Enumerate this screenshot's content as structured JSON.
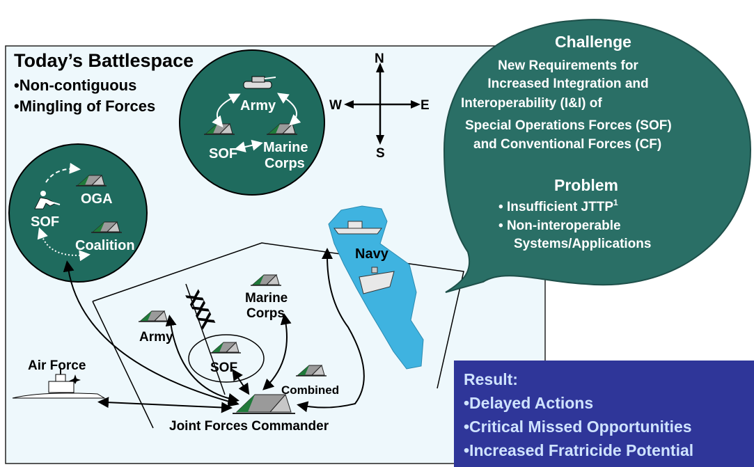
{
  "battlespace": {
    "title": "Today’s Battlespace",
    "bullets": [
      "•Non-contiguous",
      "•Mingling of Forces"
    ]
  },
  "compass": {
    "north": "N",
    "south": "S",
    "east": "E",
    "west": "W"
  },
  "service_circle": {
    "army": "Army",
    "sof": "SOF",
    "marine_line1": "Marine",
    "marine_line2": "Corps"
  },
  "oga_circle": {
    "oga": "OGA",
    "sof": "SOF",
    "coalition": "Coalition"
  },
  "theater": {
    "army": "Army",
    "marine_line1": "Marine",
    "marine_line2": "Corps",
    "sof": "SOF",
    "combined": "Combined",
    "corps_symbol": "XXX",
    "air_force": "Air Force",
    "navy": "Navy",
    "commander": "Joint Forces Commander"
  },
  "challenge_bubble": {
    "heading": "Challenge",
    "lines": [
      "New Requirements for",
      "Increased Integration and",
      "Interoperability (I&I) of",
      "Special Operations Forces (SOF)",
      "and Conventional Forces (CF)"
    ],
    "problem_heading": "Problem",
    "problem_1": "Insufficient JTTP",
    "problem_1_sup": "1",
    "problem_2_line1": "Non-interoperable",
    "problem_2_line2": "Systems/Applications"
  },
  "result_box": {
    "heading": "Result:",
    "items": [
      "•Delayed Actions",
      "•Critical Missed Opportunities",
      "•Increased Fratricide Potential"
    ]
  },
  "colors": {
    "panel_bg": "#eef8fc",
    "circle_fill": "#1f6b5e",
    "bubble_fill": "#2a6f66",
    "result_bg": "#2f3699",
    "navy_water": "#3fb3e0",
    "tent_green": "#1f7a3a"
  }
}
